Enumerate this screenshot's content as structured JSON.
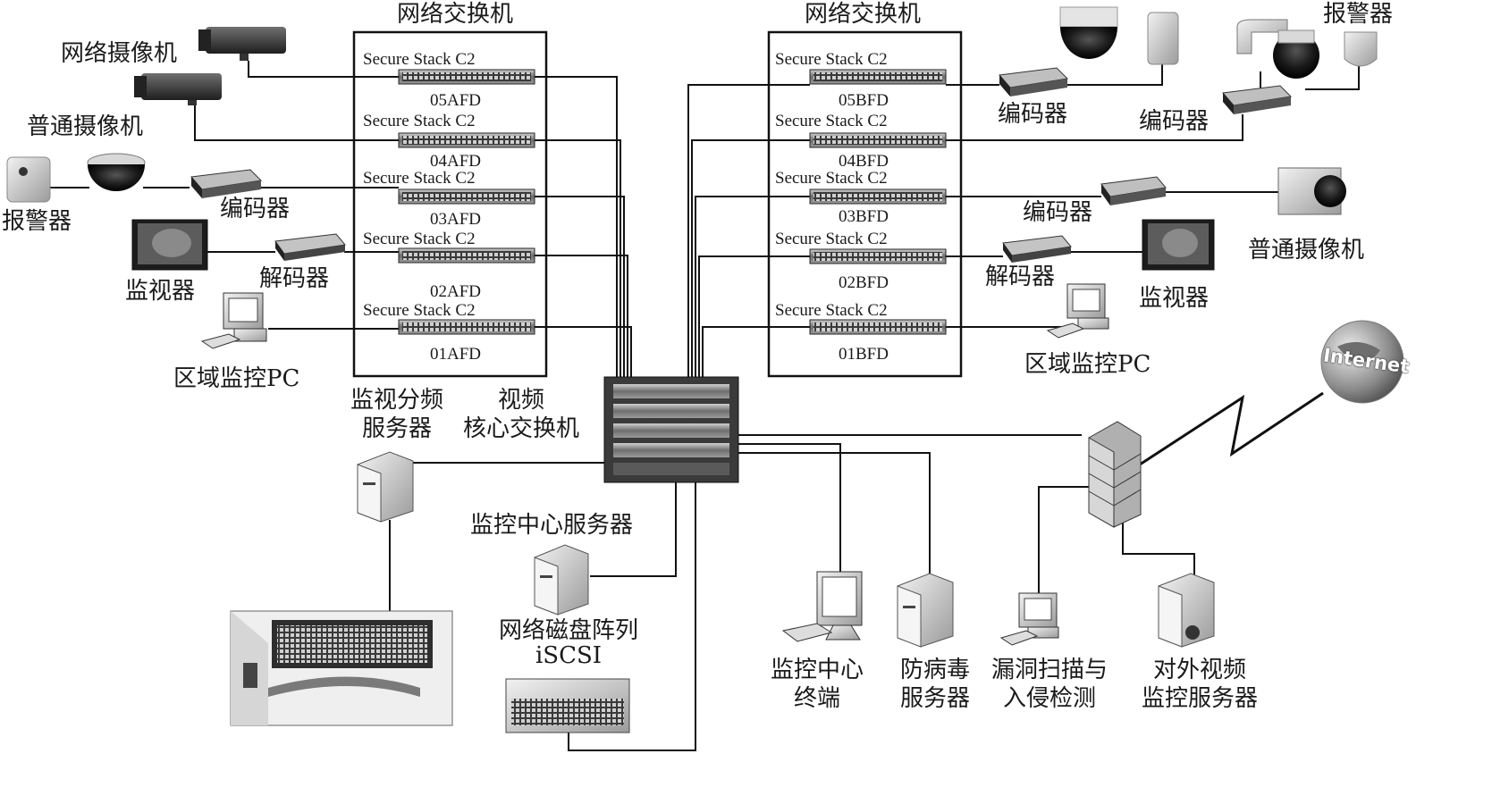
{
  "left_switch_group": {
    "title": "网络交换机",
    "switches": [
      {
        "name": "Secure Stack C2",
        "id": "05AFD"
      },
      {
        "name": "Secure Stack C2",
        "id": "04AFD"
      },
      {
        "name": "Secure Stack C2",
        "id": "03AFD"
      },
      {
        "name": "Secure Stack C2",
        "id": "02AFD"
      },
      {
        "name": "Secure Stack C2",
        "id": "01AFD"
      }
    ]
  },
  "right_switch_group": {
    "title": "网络交换机",
    "switches": [
      {
        "name": "Secure Stack C2",
        "id": "05BFD"
      },
      {
        "name": "Secure Stack C2",
        "id": "04BFD"
      },
      {
        "name": "Secure Stack C2",
        "id": "03BFD"
      },
      {
        "name": "Secure Stack C2",
        "id": "02BFD"
      },
      {
        "name": "Secure Stack C2",
        "id": "01BFD"
      }
    ]
  },
  "left_devices": {
    "network_camera": "网络摄像机",
    "regular_camera": "普通摄像机",
    "alarm": "报警器",
    "encoder": "编码器",
    "monitor": "监视器",
    "decoder": "解码器",
    "area_pc": "区域监控PC"
  },
  "right_devices": {
    "alarm": "报警器",
    "encoder_top": "编码器",
    "encoder_top2": "编码器",
    "encoder_mid": "编码器",
    "regular_camera": "普通摄像机",
    "decoder": "解码器",
    "monitor": "监视器",
    "area_pc": "区域监控PC"
  },
  "core": {
    "split_server_line1": "监视分频",
    "split_server_line2": "服务器",
    "core_switch_line1": "视频",
    "core_switch_line2": "核心交换机",
    "center_server": "监控中心服务器",
    "disk_array_line1": "网络磁盘阵列",
    "disk_array_line2": "iSCSI"
  },
  "bottom": {
    "terminal_line1": "监控中心",
    "terminal_line2": "终端",
    "antivirus_line1": "防病毒",
    "antivirus_line2": "服务器",
    "ids_line1": "漏洞扫描与",
    "ids_line2": "入侵检测",
    "external_line1": "对外视频",
    "external_line2": "监控服务器"
  },
  "internet": "Internet"
}
